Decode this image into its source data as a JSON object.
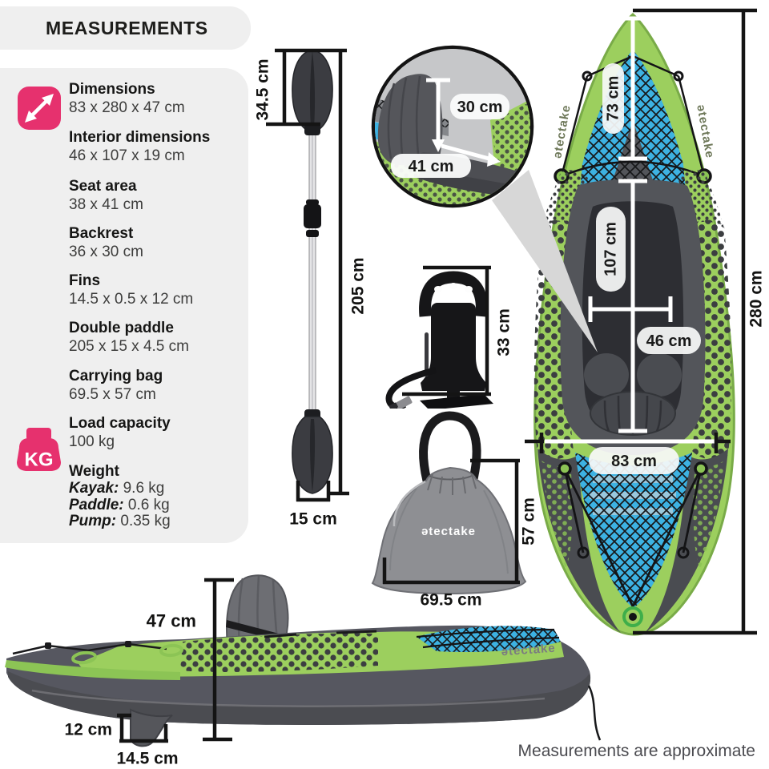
{
  "title": "MEASUREMENTS",
  "sidebar": {
    "items": [
      {
        "label": "Dimensions",
        "value": "83 x 280 x 47 cm"
      },
      {
        "label": "Interior dimensions",
        "value": "46 x 107 x 19 cm"
      },
      {
        "label": "Seat area",
        "value": "38 x 41 cm"
      },
      {
        "label": "Backrest",
        "value": "36 x 30 cm"
      },
      {
        "label": "Fins",
        "value": "14.5 x 0.5 x 12 cm"
      },
      {
        "label": "Double paddle",
        "value": "205 x 15 x 4.5 cm"
      },
      {
        "label": "Carrying bag",
        "value": "69.5 x 57 cm"
      },
      {
        "label": "Load capacity",
        "value": "100 kg"
      }
    ],
    "weight": {
      "label": "Weight",
      "rows": [
        {
          "name": "Kayak:",
          "value": " 9.6 kg"
        },
        {
          "name": "Paddle:",
          "value": " 0.6 kg"
        },
        {
          "name": "Pump:",
          "value": " 0.35 kg"
        }
      ]
    },
    "kg_icon_text": "KG"
  },
  "labels": {
    "paddle_blade_length": "34.5 cm",
    "paddle_length": "205 cm",
    "paddle_blade_width": "15 cm",
    "backrest_height": "30 cm",
    "seat_depth": "41 cm",
    "pump_height": "33 cm",
    "bag_height": "57 cm",
    "bag_width": "69.5 cm",
    "bow_section_length": "73 cm",
    "cockpit_length": "107 cm",
    "cockpit_width": "46 cm",
    "kayak_width": "83 cm",
    "kayak_length": "280 cm",
    "kayak_height": "47 cm",
    "fin_height": "12 cm",
    "fin_length": "14.5 cm"
  },
  "brand": {
    "logo_text": "ətectake"
  },
  "footer": {
    "note": "Measurements are approximate"
  },
  "colors": {
    "accent_pink": "#E6316E",
    "kayak_green": "#9CCF5E",
    "deck_blue": "#3DB2E2",
    "hull_gray": "#54555A",
    "panel_gray": "#EFEFEF"
  }
}
